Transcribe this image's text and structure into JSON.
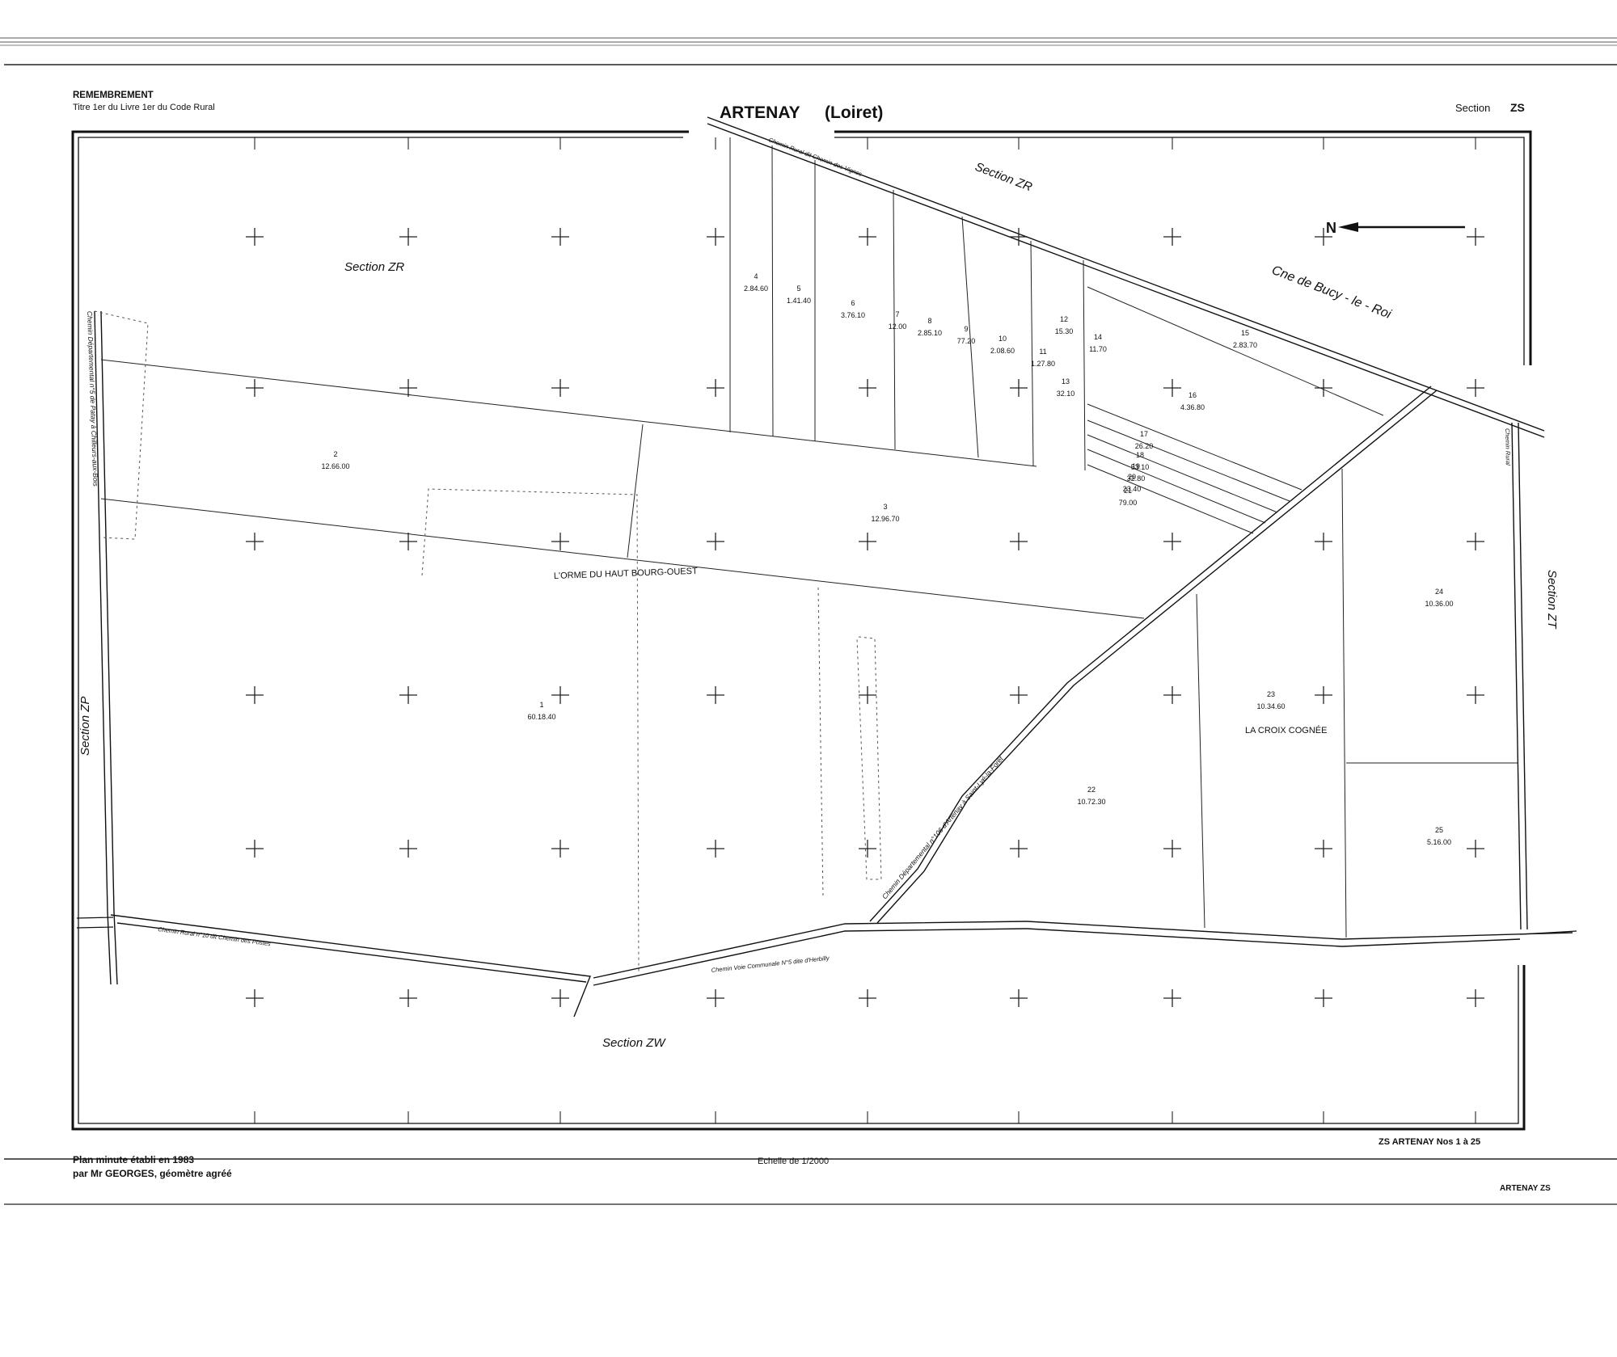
{
  "header": {
    "remembrement": "REMEMBREMENT",
    "titre": "Titre 1er du Livre 1er du Code Rural",
    "commune": "ARTENAY",
    "departement": "(Loiret)",
    "section_label": "Section",
    "section_code": "ZS"
  },
  "footer": {
    "plan_line1": "Plan minute établi en 1983",
    "plan_line2": "par Mr GEORGES, géomètre agréé",
    "scale": "Echelle de 1/2000",
    "sheet_ref": "ZS ARTENAY Nos 1 à 25",
    "bottom_ref": "ARTENAY ZS"
  },
  "north_label": "N",
  "neighbor_sections": {
    "zr_left": "Section ZR",
    "zr_top": "Section ZR",
    "zp": "Section ZP",
    "zt": "Section ZT",
    "zw": "Section ZW",
    "commune_bucy": "Cne de Bucy - le - Roi"
  },
  "place_names": {
    "orme": "L'ORME DU HAUT BOURG-OUEST",
    "croix": "LA CROIX COGNÉE"
  },
  "roads": {
    "chemin_departemental_5_left": "Chemin Départemental n°5 de Patay à Chilleurs-aux-Bois",
    "chemin_rural_10": "Chemin Rural n°10 dit Chemin des Postes",
    "voie_communale_5": "Chemin Voie Communale N°5 dite d'Herbilly",
    "cd_106": "Chemin Départemental n°106 d'Artenay à Saint-Lyé-la-Forêt",
    "chemin_top": "Chemin Rural dit Chemin des Vignes",
    "chemin_right": "Chemin Rural"
  },
  "parcels": [
    {
      "num": "1",
      "area": "60.18.40"
    },
    {
      "num": "2",
      "area": "12.66.00"
    },
    {
      "num": "3",
      "area": "12.96.70"
    },
    {
      "num": "4",
      "area": "2.84.60"
    },
    {
      "num": "5",
      "area": "1.41.40"
    },
    {
      "num": "6",
      "area": "3.76.10"
    },
    {
      "num": "7",
      "area": "12.00"
    },
    {
      "num": "8",
      "area": "2.85.10"
    },
    {
      "num": "9",
      "area": "77.20"
    },
    {
      "num": "10",
      "area": "2.08.60"
    },
    {
      "num": "11",
      "area": "1.27.80"
    },
    {
      "num": "12",
      "area": "15.30"
    },
    {
      "num": "13",
      "area": "32.10"
    },
    {
      "num": "14",
      "area": "11.70"
    },
    {
      "num": "15",
      "area": "2.83.70"
    },
    {
      "num": "16",
      "area": "4.36.80"
    },
    {
      "num": "17",
      "area": "26.20"
    },
    {
      "num": "18",
      "area": "53.10"
    },
    {
      "num": "19",
      "area": "32.80"
    },
    {
      "num": "20",
      "area": "23.40"
    },
    {
      "num": "21",
      "area": "79.00"
    },
    {
      "num": "22",
      "area": "10.72.30"
    },
    {
      "num": "23",
      "area": "10.34.60"
    },
    {
      "num": "24",
      "area": "10.36.00"
    },
    {
      "num": "25",
      "area": "5.16.00"
    }
  ]
}
